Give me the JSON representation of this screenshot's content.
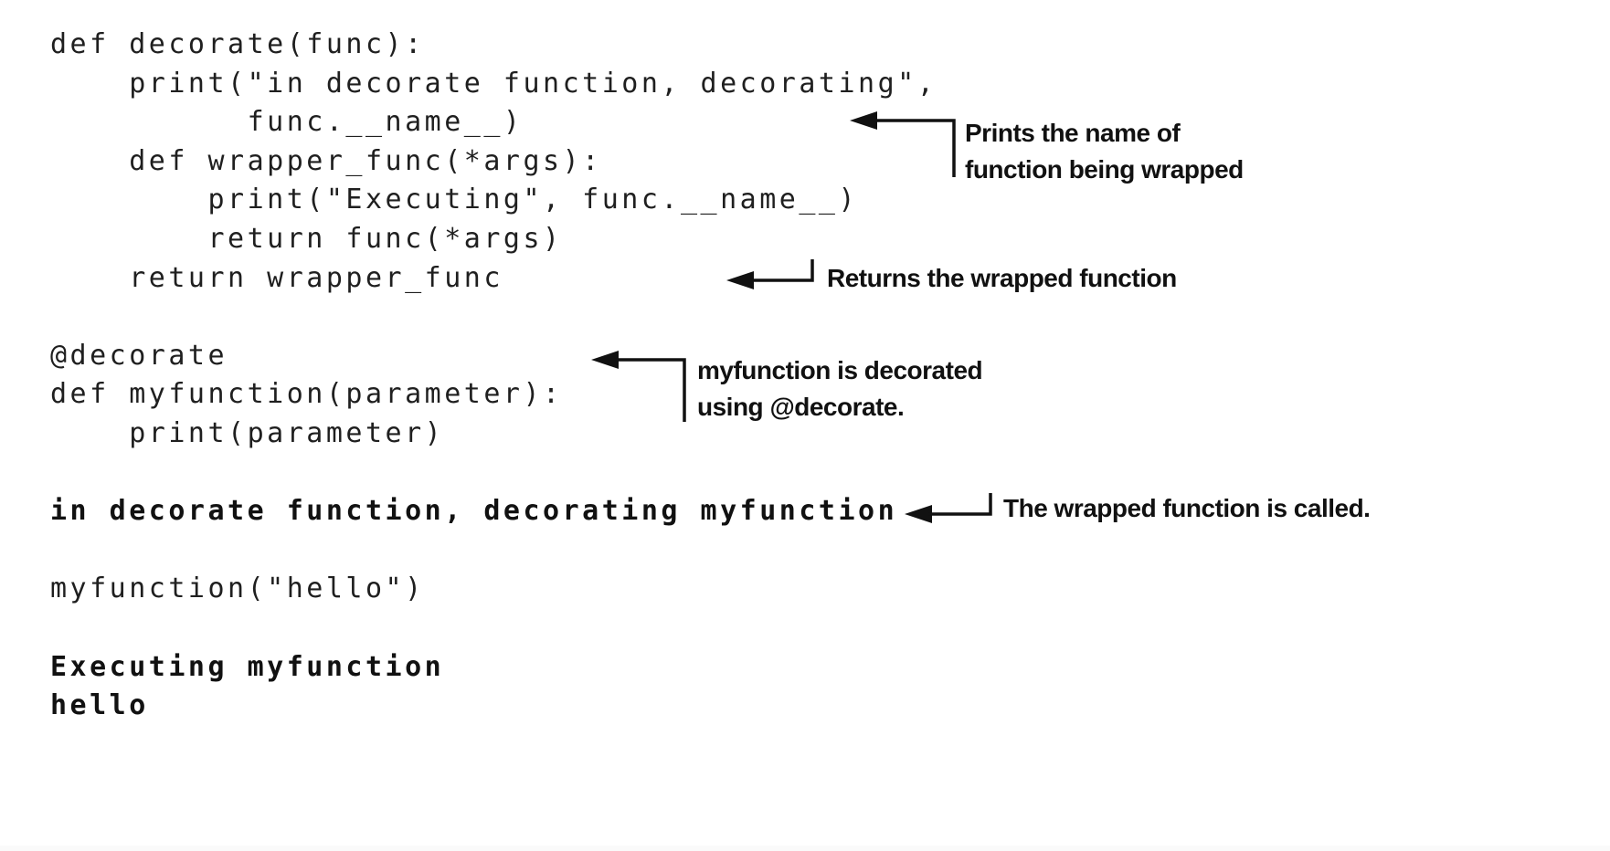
{
  "figure": {
    "description": "Python decorator code listing with callout annotations"
  },
  "colors": {
    "background": "#ffffff",
    "code_text": "#1f1f1f",
    "annotation_text": "#111111",
    "arrow": "#111111"
  },
  "code": {
    "lines": [
      "def decorate(func):",
      "    print(\"in decorate function, decorating\",",
      "          func.__name__)",
      "    def wrapper_func(*args):",
      "        print(\"Executing\", func.__name__)",
      "        return func(*args)",
      "    return wrapper_func",
      "",
      "@decorate",
      "def myfunction(parameter):",
      "    print(parameter)",
      "",
      "in decorate function, decorating myfunction",
      "",
      "myfunction(\"hello\")",
      "",
      "Executing myfunction",
      "hello"
    ]
  },
  "annotations": [
    {
      "lines": [
        "Prints the name of",
        "function being wrapped"
      ]
    },
    {
      "lines": [
        "Returns the wrapped function"
      ]
    },
    {
      "lines": [
        "myfunction is decorated",
        "using @decorate."
      ]
    },
    {
      "lines": [
        "The wrapped function is called."
      ]
    }
  ]
}
